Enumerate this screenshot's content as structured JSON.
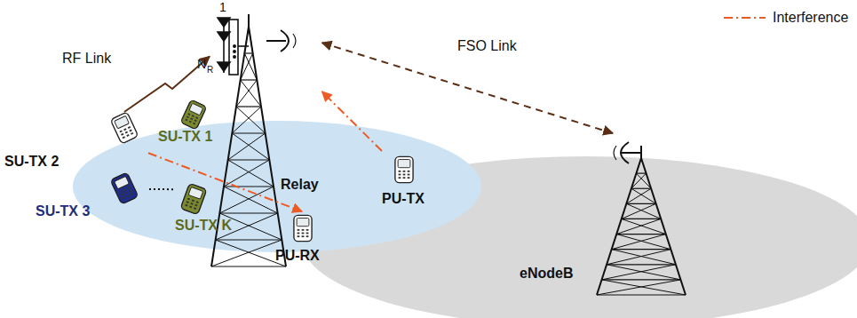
{
  "diagram": {
    "nodes": [
      {
        "text": [
          "SU-TX 1"
        ]
      },
      {
        "text": [
          "SU-TX 2"
        ]
      },
      {
        "text": [
          "SU-TX 3"
        ]
      },
      {
        "text": [
          "SU-TX K"
        ]
      },
      {
        "text": [
          "PU-TX"
        ]
      },
      {
        "text": [
          "PU-RX"
        ]
      },
      {
        "text": [
          "Relay"
        ]
      },
      {
        "text": [
          "eNodeB"
        ]
      }
    ],
    "edges": [
      {
        "from": 1,
        "to": 6,
        "label": "RF Link",
        "arrow": "to"
      },
      {
        "from": 6,
        "to": 7,
        "label": "FSO Link",
        "arrow": "both"
      },
      {
        "from": 1,
        "to": 5,
        "arrow": "to"
      },
      {
        "from": 4,
        "to": 6,
        "arrow": "to"
      },
      {
        "from": 2,
        "to": 3,
        "arrow": "none"
      }
    ],
    "labels": [
      "1",
      "N",
      "R"
    ],
    "legend": [
      {
        "text": "Interference"
      }
    ]
  }
}
